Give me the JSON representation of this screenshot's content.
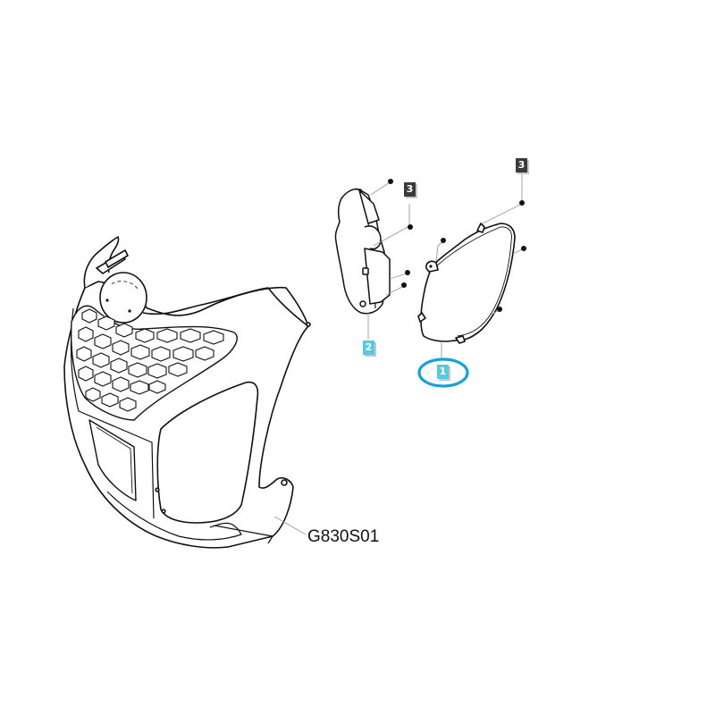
{
  "diagram": {
    "type": "exploded-parts-diagram",
    "subject": "headlight-assembly-and-front-fairing",
    "assembly_label": "G830S01",
    "highlight_color": "#1a9fd6",
    "callout_dark_color": "#3a3a3a",
    "callout_cyan_color": "#5bc8dc",
    "callouts": [
      {
        "id": "1",
        "label": "1",
        "style": "cyan",
        "highlighted": true,
        "part": "headlight-lens"
      },
      {
        "id": "2",
        "label": "2",
        "style": "cyan",
        "highlighted": false,
        "part": "headlight-housing"
      },
      {
        "id": "3a",
        "label": "3",
        "style": "dark",
        "highlighted": false,
        "part": "screws-housing"
      },
      {
        "id": "3b",
        "label": "3",
        "style": "dark",
        "highlighted": false,
        "part": "screws-lens"
      }
    ]
  }
}
